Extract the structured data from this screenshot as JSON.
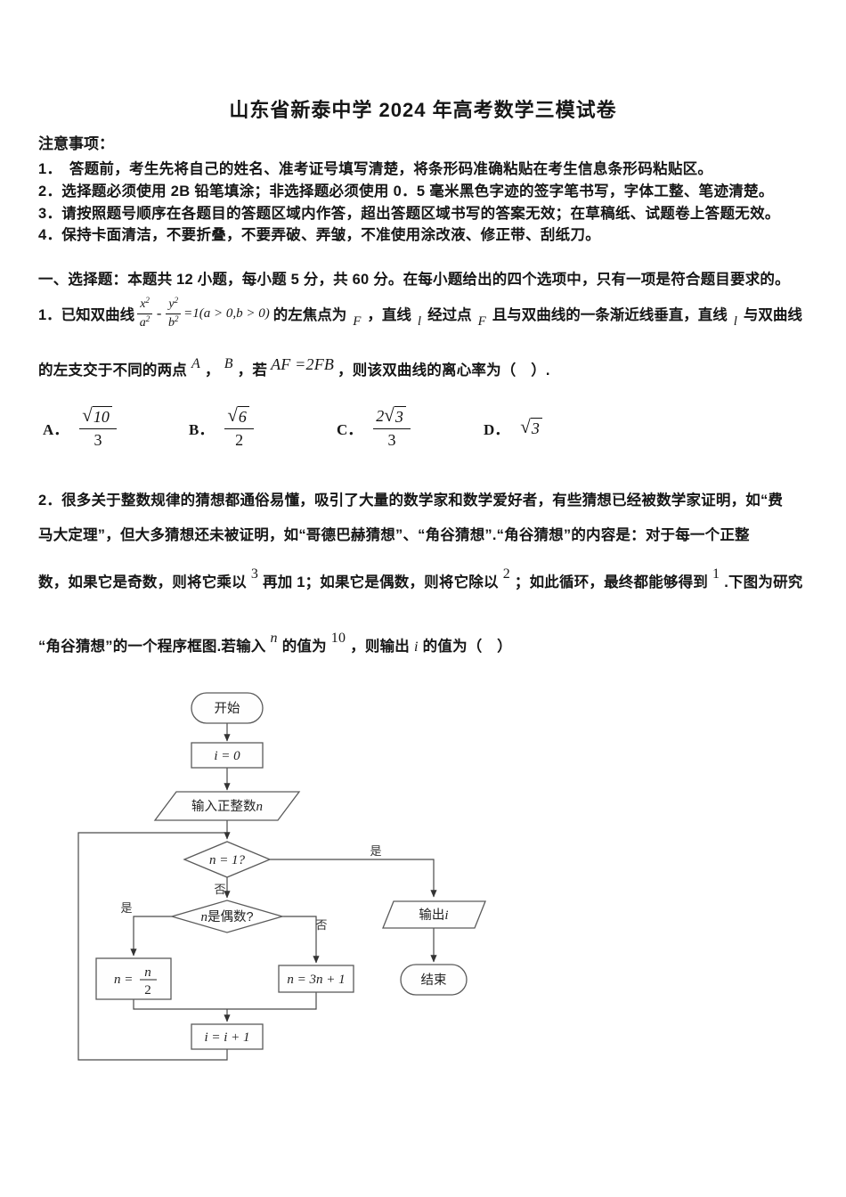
{
  "colors": {
    "ink": "#161616",
    "flow_line": "#4a4a4a"
  },
  "title": "山东省新泰中学 2024 年高考数学三模试卷",
  "notice": {
    "heading": "注意事项：",
    "items": [
      {
        "text": "1．　答题前，考生先将自己的姓名、准考证号填写清楚，将条形码准确粘贴在考生信息条形码粘贴区。"
      },
      {
        "text": "2．选择题必须使用 2B 铅笔填涂；非选择题必须使用 0．5 毫米黑色字迹的签字笔书写，字体工整、笔迹清楚。"
      },
      {
        "text": "3．请按照题号顺序在各题目的答题区域内作答，超出答题区域书写的答案无效；在草稿纸、试题卷上答题无效。"
      },
      {
        "text": "4．保持卡面清洁，不要折叠，不要弄破、弄皱，不准使用涂改液、修正带、刮纸刀。"
      }
    ]
  },
  "section1": {
    "heading": "一、选择题：本题共 12 小题，每小题 5 分，共 60 分。在每小题给出的四个选项中，只有一项是符合题目要求的。"
  },
  "q1": {
    "line1": {
      "lead": "1．已知双曲线",
      "frac1": {
        "nv": "x",
        "ne": "2",
        "dv": "a",
        "de": "2"
      },
      "minus": "-",
      "frac2": {
        "nv": "y",
        "ne": "2",
        "dv": "b",
        "de": "2"
      },
      "eq": "=1(a > 0,b > 0)",
      "t1": "的左焦点为",
      "f1": "F",
      "t2": "，直线",
      "l1": "l",
      "t3": "经过点",
      "f2": "F",
      "t4": "且与双曲线的一条渐近线垂直，直线",
      "l2": "l",
      "t5": "与双曲线"
    },
    "line2": {
      "t1": "的左支交于不同的两点",
      "a": "A",
      "comma": "，",
      "b": "B",
      "t2": "，若",
      "m": "AF =2FB",
      "t3": "，则该双曲线的离心率为（　）."
    },
    "options": [
      {
        "label": "A．",
        "num_coeff": "",
        "radicand": "10",
        "den": "3"
      },
      {
        "label": "B．",
        "num_coeff": "",
        "radicand": "6",
        "den": "2"
      },
      {
        "label": "C．",
        "num_coeff": "2",
        "radicand": "3",
        "den": "3"
      },
      {
        "label": "D．",
        "num_coeff": "",
        "radicand": "3",
        "den": ""
      }
    ]
  },
  "q2": {
    "line1": "2．很多关于整数规律的猜想都通俗易懂，吸引了大量的数学家和数学爱好者，有些猜想已经被数学家证明，如“费",
    "line2": "马大定理”，但大多猜想还未被证明，如“哥德巴赫猜想”、“角谷猜想”.“角谷猜想”的内容是：对于每一个正整",
    "line3": {
      "t1": "数，如果它是奇数，则将它乘以",
      "s1": "3",
      "t2": "再加 1；如果它是偶数，则将它除以",
      "s2": "2",
      "t3": "；如此循环，最终都能够得到",
      "s3": "1",
      "t4": ".下图为研究"
    },
    "line4": {
      "t1": "“角谷猜想”的一个程序框图.若输入",
      "s1": "n",
      "t2": "的值为",
      "s2": "10",
      "t3": "，则输出",
      "iv": "i",
      "t4": "的值为（　）"
    }
  },
  "flowchart": {
    "start": "开始",
    "init": "i = 0",
    "input_prefix": "输入正整数",
    "input_var": "n",
    "cond1": "n = 1?",
    "cond2_var": "n",
    "cond2_rest": "是偶数?",
    "yes1": "是",
    "no1": "否",
    "yes2": "是",
    "no2": "否",
    "half_lhs": "n =",
    "half_num": "n",
    "half_den": "2",
    "triple": "n = 3n + 1",
    "inc": "i = i + 1",
    "output_prefix": "输出",
    "output_var": "i",
    "end": "结束"
  }
}
